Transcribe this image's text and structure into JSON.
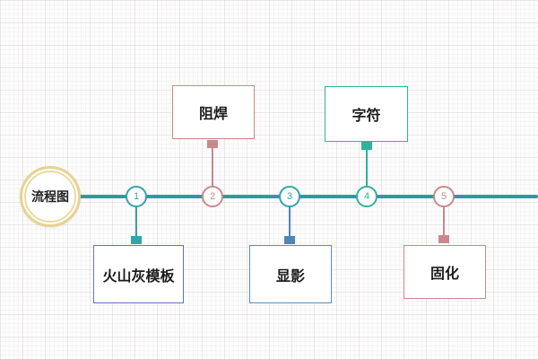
{
  "diagram": {
    "title_badge": {
      "label": "流程图",
      "ring_color": "#e7d292",
      "text_color": "#222222"
    },
    "timeline_color": "#2c9aa8",
    "background_style": "graph-paper-grid",
    "stations": [
      {
        "number": "1",
        "node_color": "#35a2b0",
        "arrow_direction": "down",
        "arrow_color": "#35a2b0",
        "label": "火山灰模板",
        "box_border_color": "#6572c2"
      },
      {
        "number": "2",
        "node_color": "#c9898c",
        "arrow_direction": "up",
        "arrow_color": "#c9898c",
        "label": "阻焊",
        "box_border_color": "#c9898c"
      },
      {
        "number": "3",
        "node_color": "#35a2b0",
        "arrow_direction": "down",
        "arrow_color": "#4e86b4",
        "label": "显影",
        "box_border_color": "#5b8db8"
      },
      {
        "number": "4",
        "node_color": "#2eb398",
        "arrow_direction": "up",
        "arrow_color": "#2eb398",
        "label": "字符",
        "box_border_color": "#2eb398"
      },
      {
        "number": "5",
        "node_color": "#c9898c",
        "arrow_direction": "down",
        "arrow_color": "#c9898c",
        "label": "固化",
        "box_border_color": "#c9898c"
      }
    ]
  }
}
